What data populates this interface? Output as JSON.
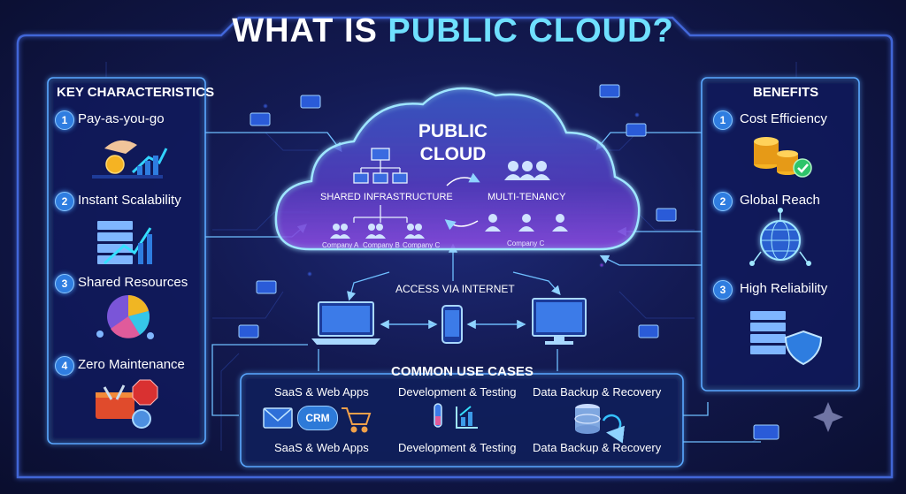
{
  "title": {
    "part1": "WHAT IS",
    "part2": "PUBLIC CLOUD?"
  },
  "left_panel": {
    "heading": "KEY CHARACTERISTICS",
    "items": [
      {
        "num": "1",
        "label": "Pay-as-you-go",
        "icon": "hand-coin-growth-icon"
      },
      {
        "num": "2",
        "label": "Instant Scalability",
        "icon": "server-growth-chart-icon"
      },
      {
        "num": "3",
        "label": "Shared Resources",
        "icon": "pie-chart-users-icon"
      },
      {
        "num": "4",
        "label": "Zero Maintenance",
        "icon": "toolbox-stop-icon"
      }
    ]
  },
  "right_panel": {
    "heading": "BENEFITS",
    "items": [
      {
        "num": "1",
        "label": "Cost Efficiency",
        "icon": "coins-check-icon"
      },
      {
        "num": "2",
        "label": "Global Reach",
        "icon": "globe-network-icon"
      },
      {
        "num": "3",
        "label": "High Reliability",
        "icon": "server-shield-icon"
      }
    ]
  },
  "cloud": {
    "title_line1": "PUBLIC",
    "title_line2": "CLOUD",
    "shared_label": "SHARED INFRASTRUCTURE",
    "multi_label": "MULTI-TENANCY",
    "companies": [
      "Company A",
      "Company B",
      "Company C"
    ],
    "multi_company": "Company C"
  },
  "access_label": "ACCESS VIA INTERNET",
  "use_cases": {
    "heading": "COMMON USE CASES",
    "top_labels": [
      "SaaS & Web Apps",
      "Development & Testing",
      "Data Backup & Recovery"
    ],
    "bottom_labels": [
      "SaaS & Web Apps",
      "Development & Testing",
      "Data Backup & Recovery"
    ],
    "crm_badge": "CRM"
  },
  "colors": {
    "accent_cyan": "#6fe0ff",
    "panel_border": "#5aa8ff",
    "glow_purple": "#9b6bff"
  }
}
